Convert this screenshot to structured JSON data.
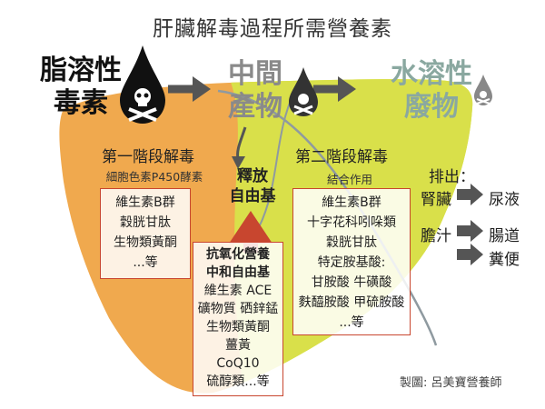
{
  "title": "肝臟解毒過程所需營養素",
  "lipid_toxin": [
    "脂溶性",
    "毒素"
  ],
  "intermediate": [
    "中間",
    "產物"
  ],
  "water_waste": [
    "水溶性",
    "廢物"
  ],
  "phase1": {
    "title": "第一階段解毒",
    "enzyme": "細胞色素P450酵素",
    "nutrients": [
      "維生素B群",
      "穀胱甘肽",
      "生物類黃酮",
      "...等"
    ]
  },
  "free_radical": [
    "釋放",
    "自由基"
  ],
  "phase2": {
    "title": "第二階段解毒",
    "action": "結合作用",
    "nutrients": [
      "維生素B群",
      "十字花科吲哚類",
      "穀胱甘肽",
      "特定胺基酸:",
      "甘胺酸 牛磺酸",
      "麩醯胺酸 甲硫胺酸",
      "...等"
    ]
  },
  "antioxidant": {
    "title": [
      "抗氧化營養",
      "中和自由基"
    ],
    "nutrients": [
      "維生素 ACE",
      "礦物質 硒鋅錳",
      "生物類黃酮",
      "薑黃",
      "CoQ10",
      "硫醇類...等"
    ]
  },
  "excretion": {
    "label": "排出：",
    "kidney": "腎臟",
    "urine": "尿液",
    "bile": "膽汁",
    "intestine": "腸道",
    "feces": "糞便"
  },
  "credit": "製圖: 呂美寶營養師",
  "colors": {
    "liver_orange": "#f0a94e",
    "liver_yellow": "#d9e04a",
    "accent_red": "#c8462f",
    "arrow_gray": "#555555"
  }
}
